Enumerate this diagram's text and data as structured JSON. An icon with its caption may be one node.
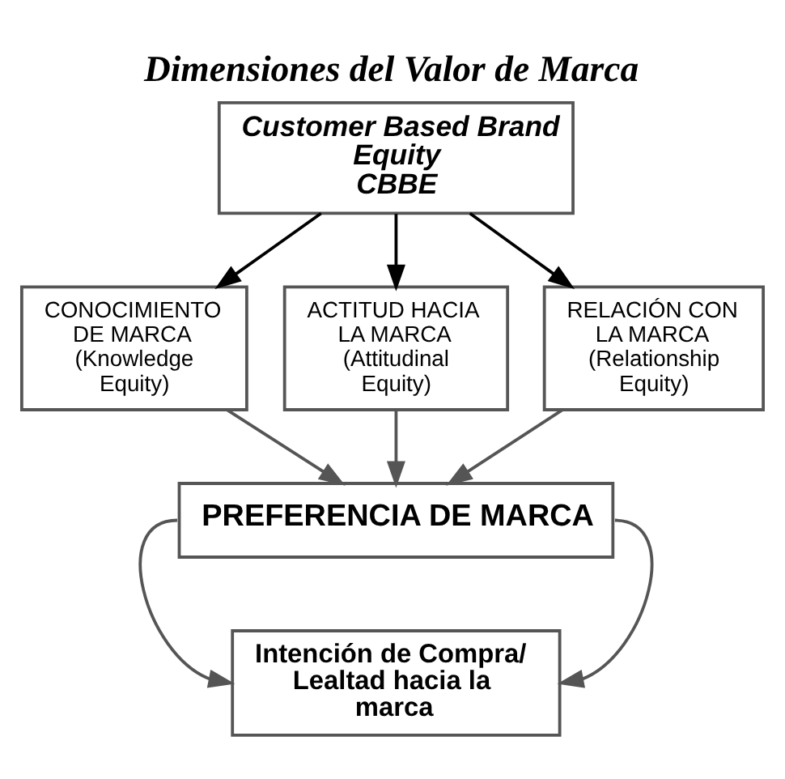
{
  "diagram": {
    "title": "Dimensiones del Valor de Marca",
    "nodes": [
      {
        "text": [
          "Customer Based Brand Equity",
          "CBBE"
        ]
      },
      {
        "text": [
          "CONOCIMIENTO DE MARCA",
          "(Knowledge Equity)"
        ]
      },
      {
        "text": [
          "ACTITUD HACIA LA MARCA",
          "(Attitudinal Equity)"
        ]
      },
      {
        "text": [
          "RELACIÓN CON LA MARCA",
          "(Relationship Equity)"
        ]
      },
      {
        "text": [
          "PREFERENCIA DE MARCA"
        ]
      },
      {
        "text": [
          "Intención de Compra/ Lealtad hacia la marca"
        ]
      }
    ],
    "edges": [
      {
        "from": 0,
        "to": 1,
        "arrow": "to",
        "color": "#000000"
      },
      {
        "from": 0,
        "to": 2,
        "arrow": "to",
        "color": "#000000"
      },
      {
        "from": 0,
        "to": 3,
        "arrow": "to",
        "color": "#000000"
      },
      {
        "from": 1,
        "to": 4,
        "arrow": "to"
      },
      {
        "from": 2,
        "to": 4,
        "arrow": "to"
      },
      {
        "from": 3,
        "to": 4,
        "arrow": "to"
      },
      {
        "from": 4,
        "to": 5,
        "arrow": "to"
      },
      {
        "from": 4,
        "to": 5,
        "arrow": "to"
      }
    ]
  }
}
